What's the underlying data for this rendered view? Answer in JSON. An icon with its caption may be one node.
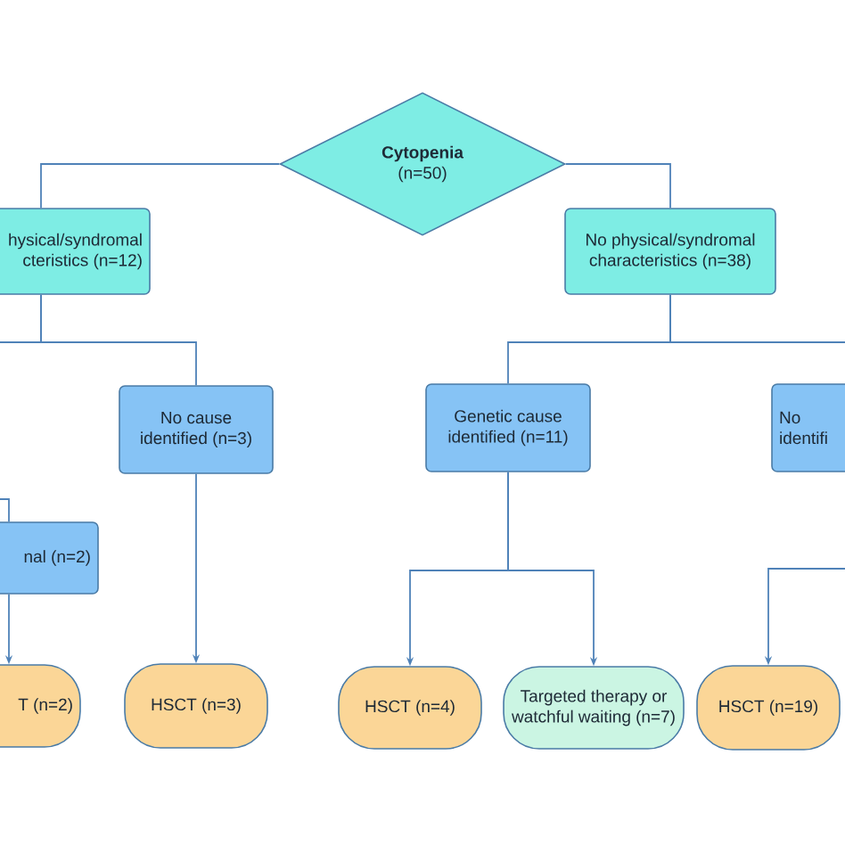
{
  "diagram": {
    "nodes": [
      {
        "text": [
          "Cytopenia",
          "(n=50)"
        ]
      },
      {
        "text": [
          "hysical/syndromal cteristics (n=12)"
        ]
      },
      {
        "text": [
          "No physical/syndromal characteristics (n=38)"
        ]
      },
      {
        "text": [
          "No cause identified (n=3)"
        ]
      },
      {
        "text": [
          "nal (n=2)"
        ]
      },
      {
        "text": [
          "T (n=2)"
        ]
      },
      {
        "text": [
          "HSCT (n=3)"
        ]
      },
      {
        "text": [
          "Genetic cause identified (n=11)"
        ]
      },
      {
        "text": [
          "No identifi"
        ]
      },
      {
        "text": [
          "HSCT (n=4)"
        ]
      },
      {
        "text": [
          "Targeted therapy or watchful waiting (n=7)"
        ]
      },
      {
        "text": [
          "HSCT (n=19)"
        ]
      }
    ],
    "edges": [
      {
        "from": 0,
        "to": 1,
        "arrow": "none"
      },
      {
        "from": 0,
        "to": 2,
        "arrow": "none"
      },
      {
        "from": 1,
        "to": 3,
        "arrow": "none"
      },
      {
        "from": 1,
        "to": null,
        "arrow": "none"
      },
      {
        "from": null,
        "to": 4,
        "arrow": "none"
      },
      {
        "from": 3,
        "to": 6,
        "arrow": "to"
      },
      {
        "from": 4,
        "to": 5,
        "arrow": "to"
      },
      {
        "from": 2,
        "to": 7,
        "arrow": "none"
      },
      {
        "from": 2,
        "to": 8,
        "arrow": "none"
      },
      {
        "from": 7,
        "to": 9,
        "arrow": "to"
      },
      {
        "from": 7,
        "to": 10,
        "arrow": "to"
      },
      {
        "from": 8,
        "to": 11,
        "arrow": "to"
      }
    ]
  }
}
